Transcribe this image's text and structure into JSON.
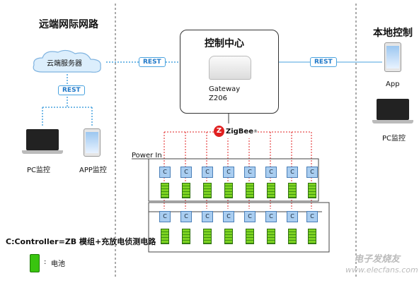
{
  "regions": {
    "remote_title": "远端网际网路",
    "local_title": "本地控制",
    "center_title": "控制中心"
  },
  "cloud": {
    "label": "云端服务器"
  },
  "rest_labels": [
    "REST",
    "REST",
    "REST"
  ],
  "gateway": {
    "line1": "Gateway",
    "line2": "Z206"
  },
  "remote_devices": {
    "pc_label": "PC监控",
    "app_label": "APP监控"
  },
  "local_devices": {
    "app_label": "App",
    "pc_label": "PC监控"
  },
  "zigbee": {
    "label": "ZigBee",
    "reg": "®"
  },
  "power": {
    "label": "Power In"
  },
  "controller_letter": "C",
  "legend": {
    "controller_note": "C:Controller=ZB 模组+充放电侦测电路",
    "battery_note": "电池"
  },
  "watermark": {
    "site": "www.elecfans.com",
    "brand": "电子发烧友"
  },
  "colors": {
    "rest_line": "#4aa3df",
    "zigbee_red": "#e02020",
    "controller_fill": "#a9cdf0"
  }
}
